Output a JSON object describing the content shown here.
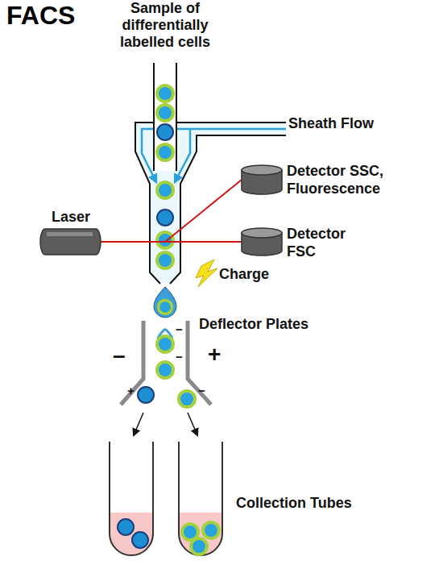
{
  "diagram": {
    "title": "FACS",
    "nodes": [
      {
        "text": [
          "Detector SSC, Fluorescence"
        ]
      },
      {
        "text": [
          "Laser"
        ]
      },
      {
        "text": [
          "Detector FSC"
        ]
      }
    ],
    "edges": [
      {
        "from": 1,
        "to": 2,
        "arrow": "none"
      },
      {
        "from": 1,
        "to": 0,
        "arrow": "none"
      }
    ],
    "labels": [
      "Sample of differentially labelled cells",
      "Sheath Flow",
      "Charge",
      "Deflector Plates",
      "–",
      "+",
      "−",
      "−",
      "+",
      "−",
      "Collection Tubes"
    ]
  }
}
